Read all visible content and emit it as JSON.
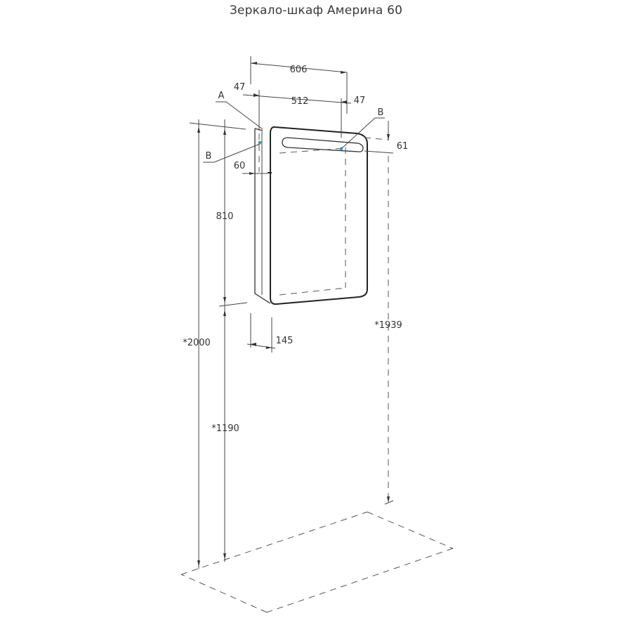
{
  "title": "Зеркало-шкаф Америна 60",
  "dimensions": {
    "width_total": "606",
    "width_inner": "512",
    "offset_left": "47",
    "offset_right": "47",
    "led_offset": "61",
    "hinge_offset": "60",
    "height": "810",
    "depth": "145",
    "total_height": "*2000",
    "mount_height_right": "*1939",
    "mount_height_bottom": "*1190"
  },
  "markers": {
    "a": "A",
    "b_left": "B",
    "b_right": "B"
  },
  "colors": {
    "line": "#444444",
    "outline": "#222222",
    "marker_dot": "#3a9ad9"
  }
}
